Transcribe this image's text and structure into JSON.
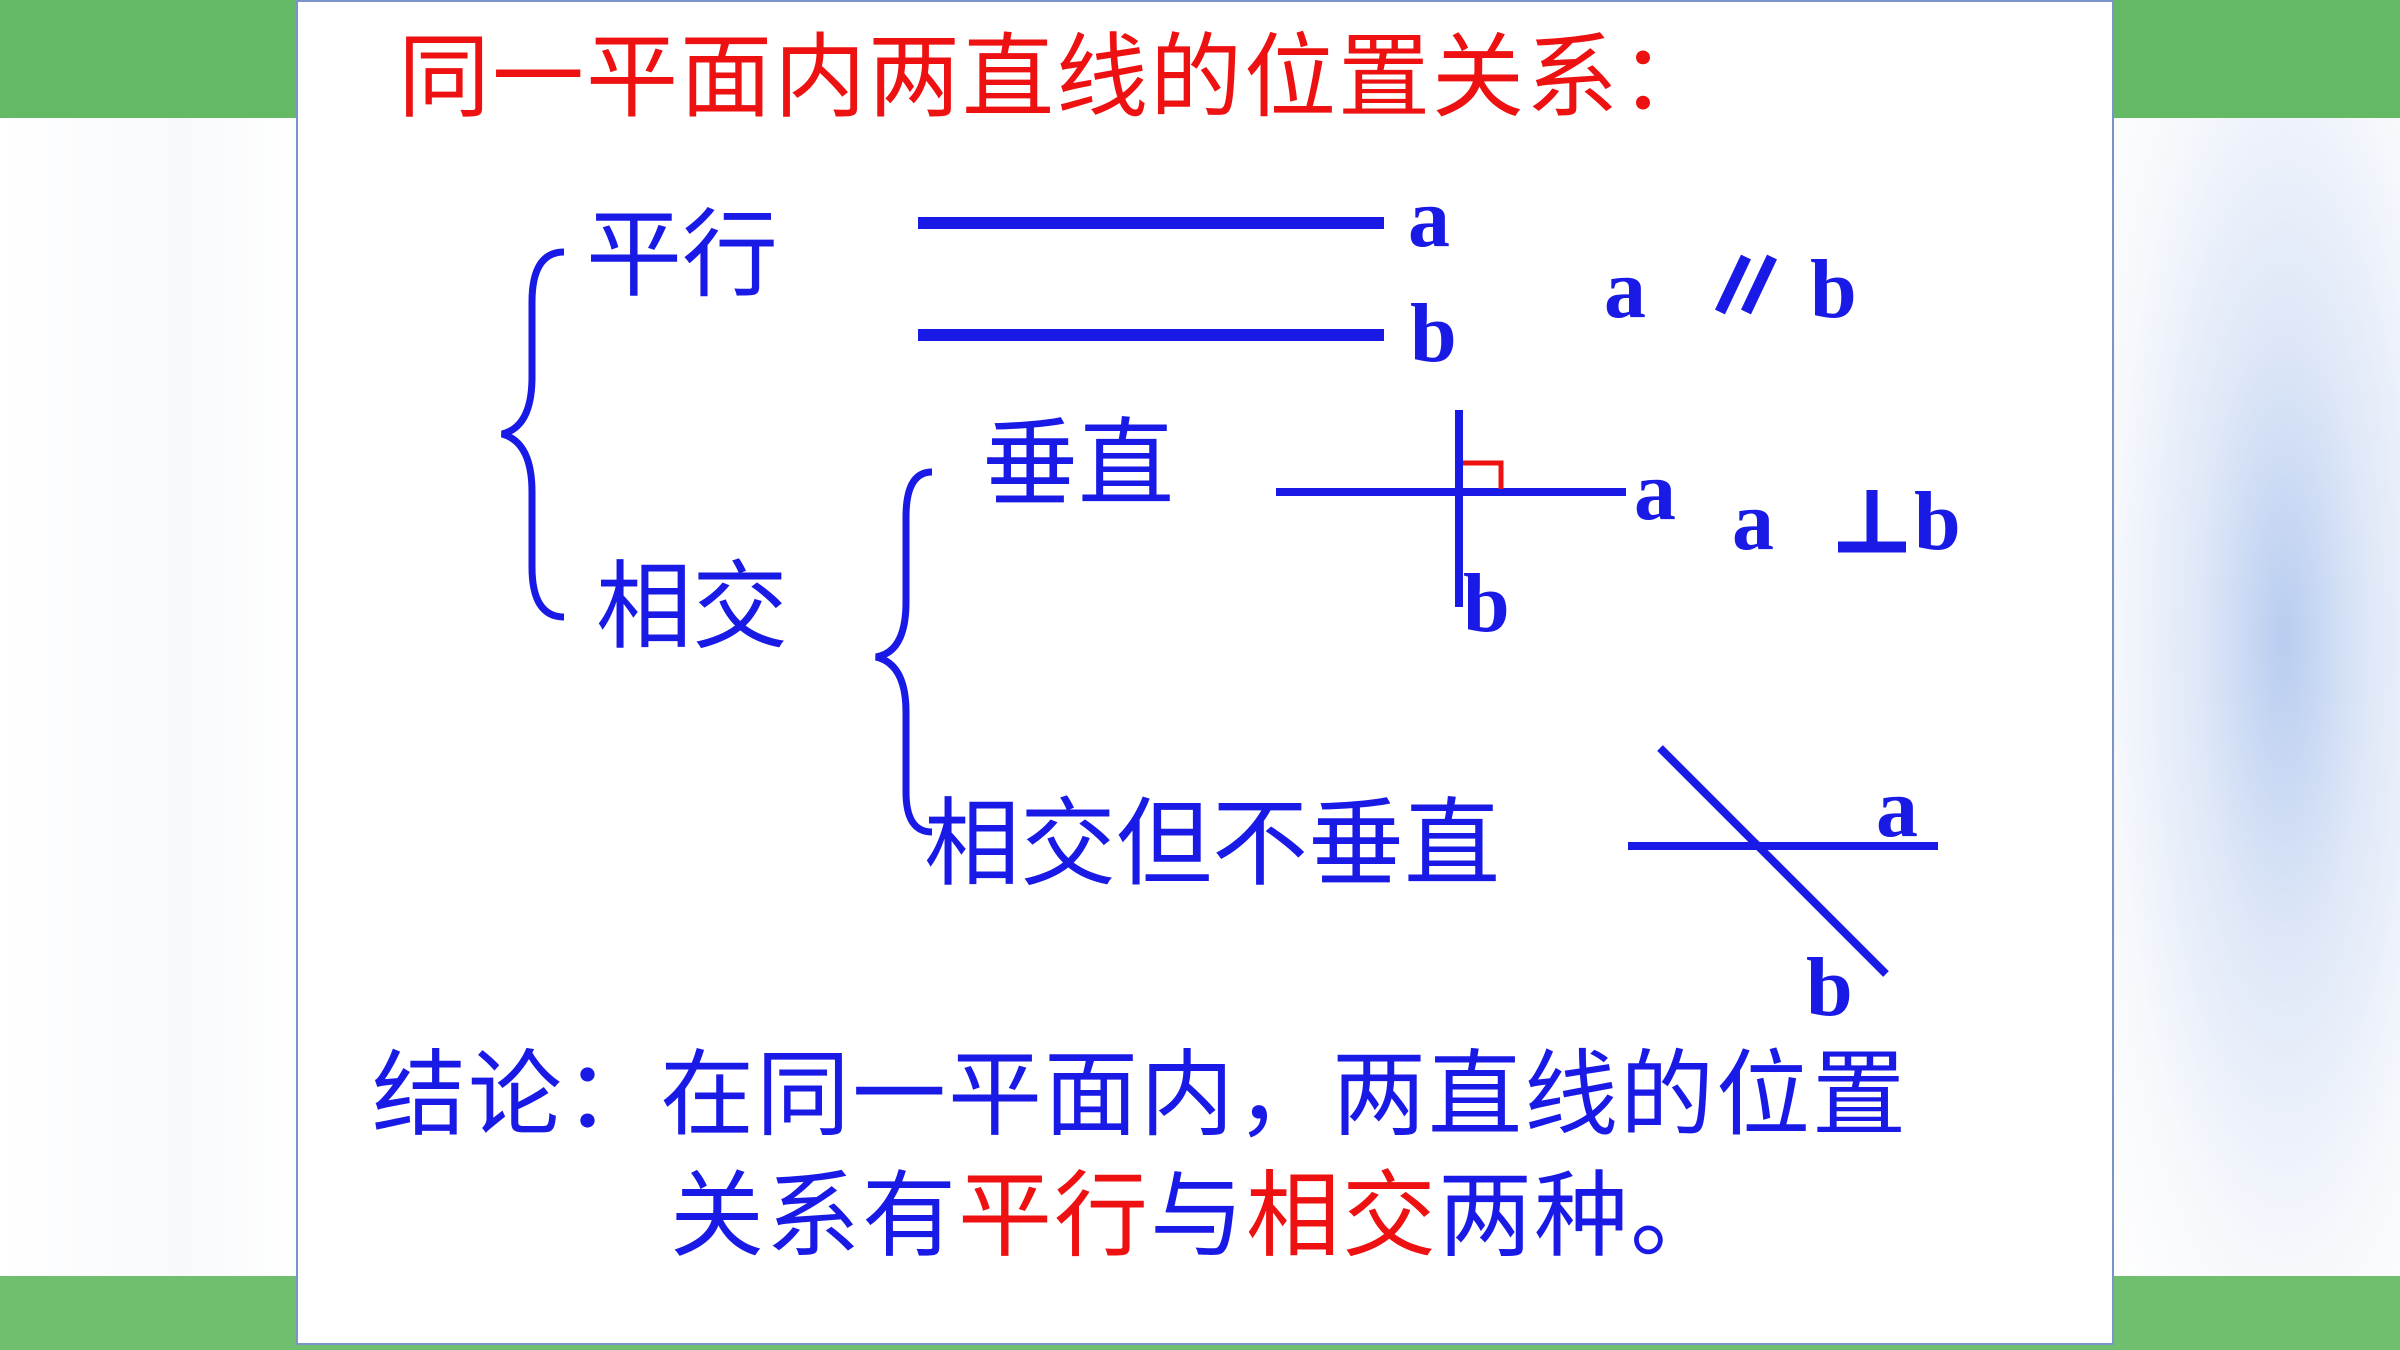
{
  "title": "同一平面内两直线的位置关系：",
  "categories": {
    "parallel": "平行",
    "intersect": "相交",
    "perpendicular": "垂直",
    "intersect_not_perp": "相交但不垂直"
  },
  "labels": {
    "a": "a",
    "b": "b"
  },
  "notation": {
    "parallel_symbol": "//",
    "perp_symbol": "⊥"
  },
  "conclusion": {
    "line1": "结论：在同一平面内，两直线的位置",
    "line2_a": "关系有",
    "line2_b": "平行",
    "line2_c": "与",
    "line2_d": "相交",
    "line2_e": "两种。"
  },
  "colors": {
    "title": "#ee1111",
    "text": "#1a1ae6",
    "green_band": "#63b964",
    "right_angle_mark": "#ee1111"
  }
}
